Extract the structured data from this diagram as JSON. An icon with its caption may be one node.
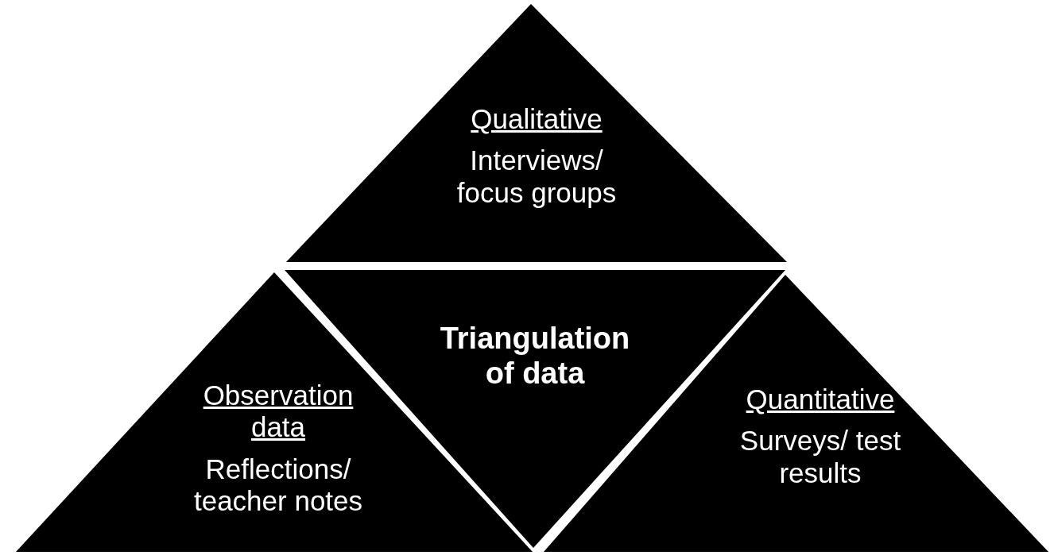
{
  "diagram": {
    "nodes": [
      {
        "text": [
          "Qualitative",
          "Interviews/ focus groups"
        ]
      },
      {
        "text": [
          "Observation data",
          "Reflections/ teacher notes"
        ]
      },
      {
        "text": [
          "Triangulation of data"
        ]
      },
      {
        "text": [
          "Quantitative",
          "Surveys/ test results"
        ]
      }
    ]
  }
}
